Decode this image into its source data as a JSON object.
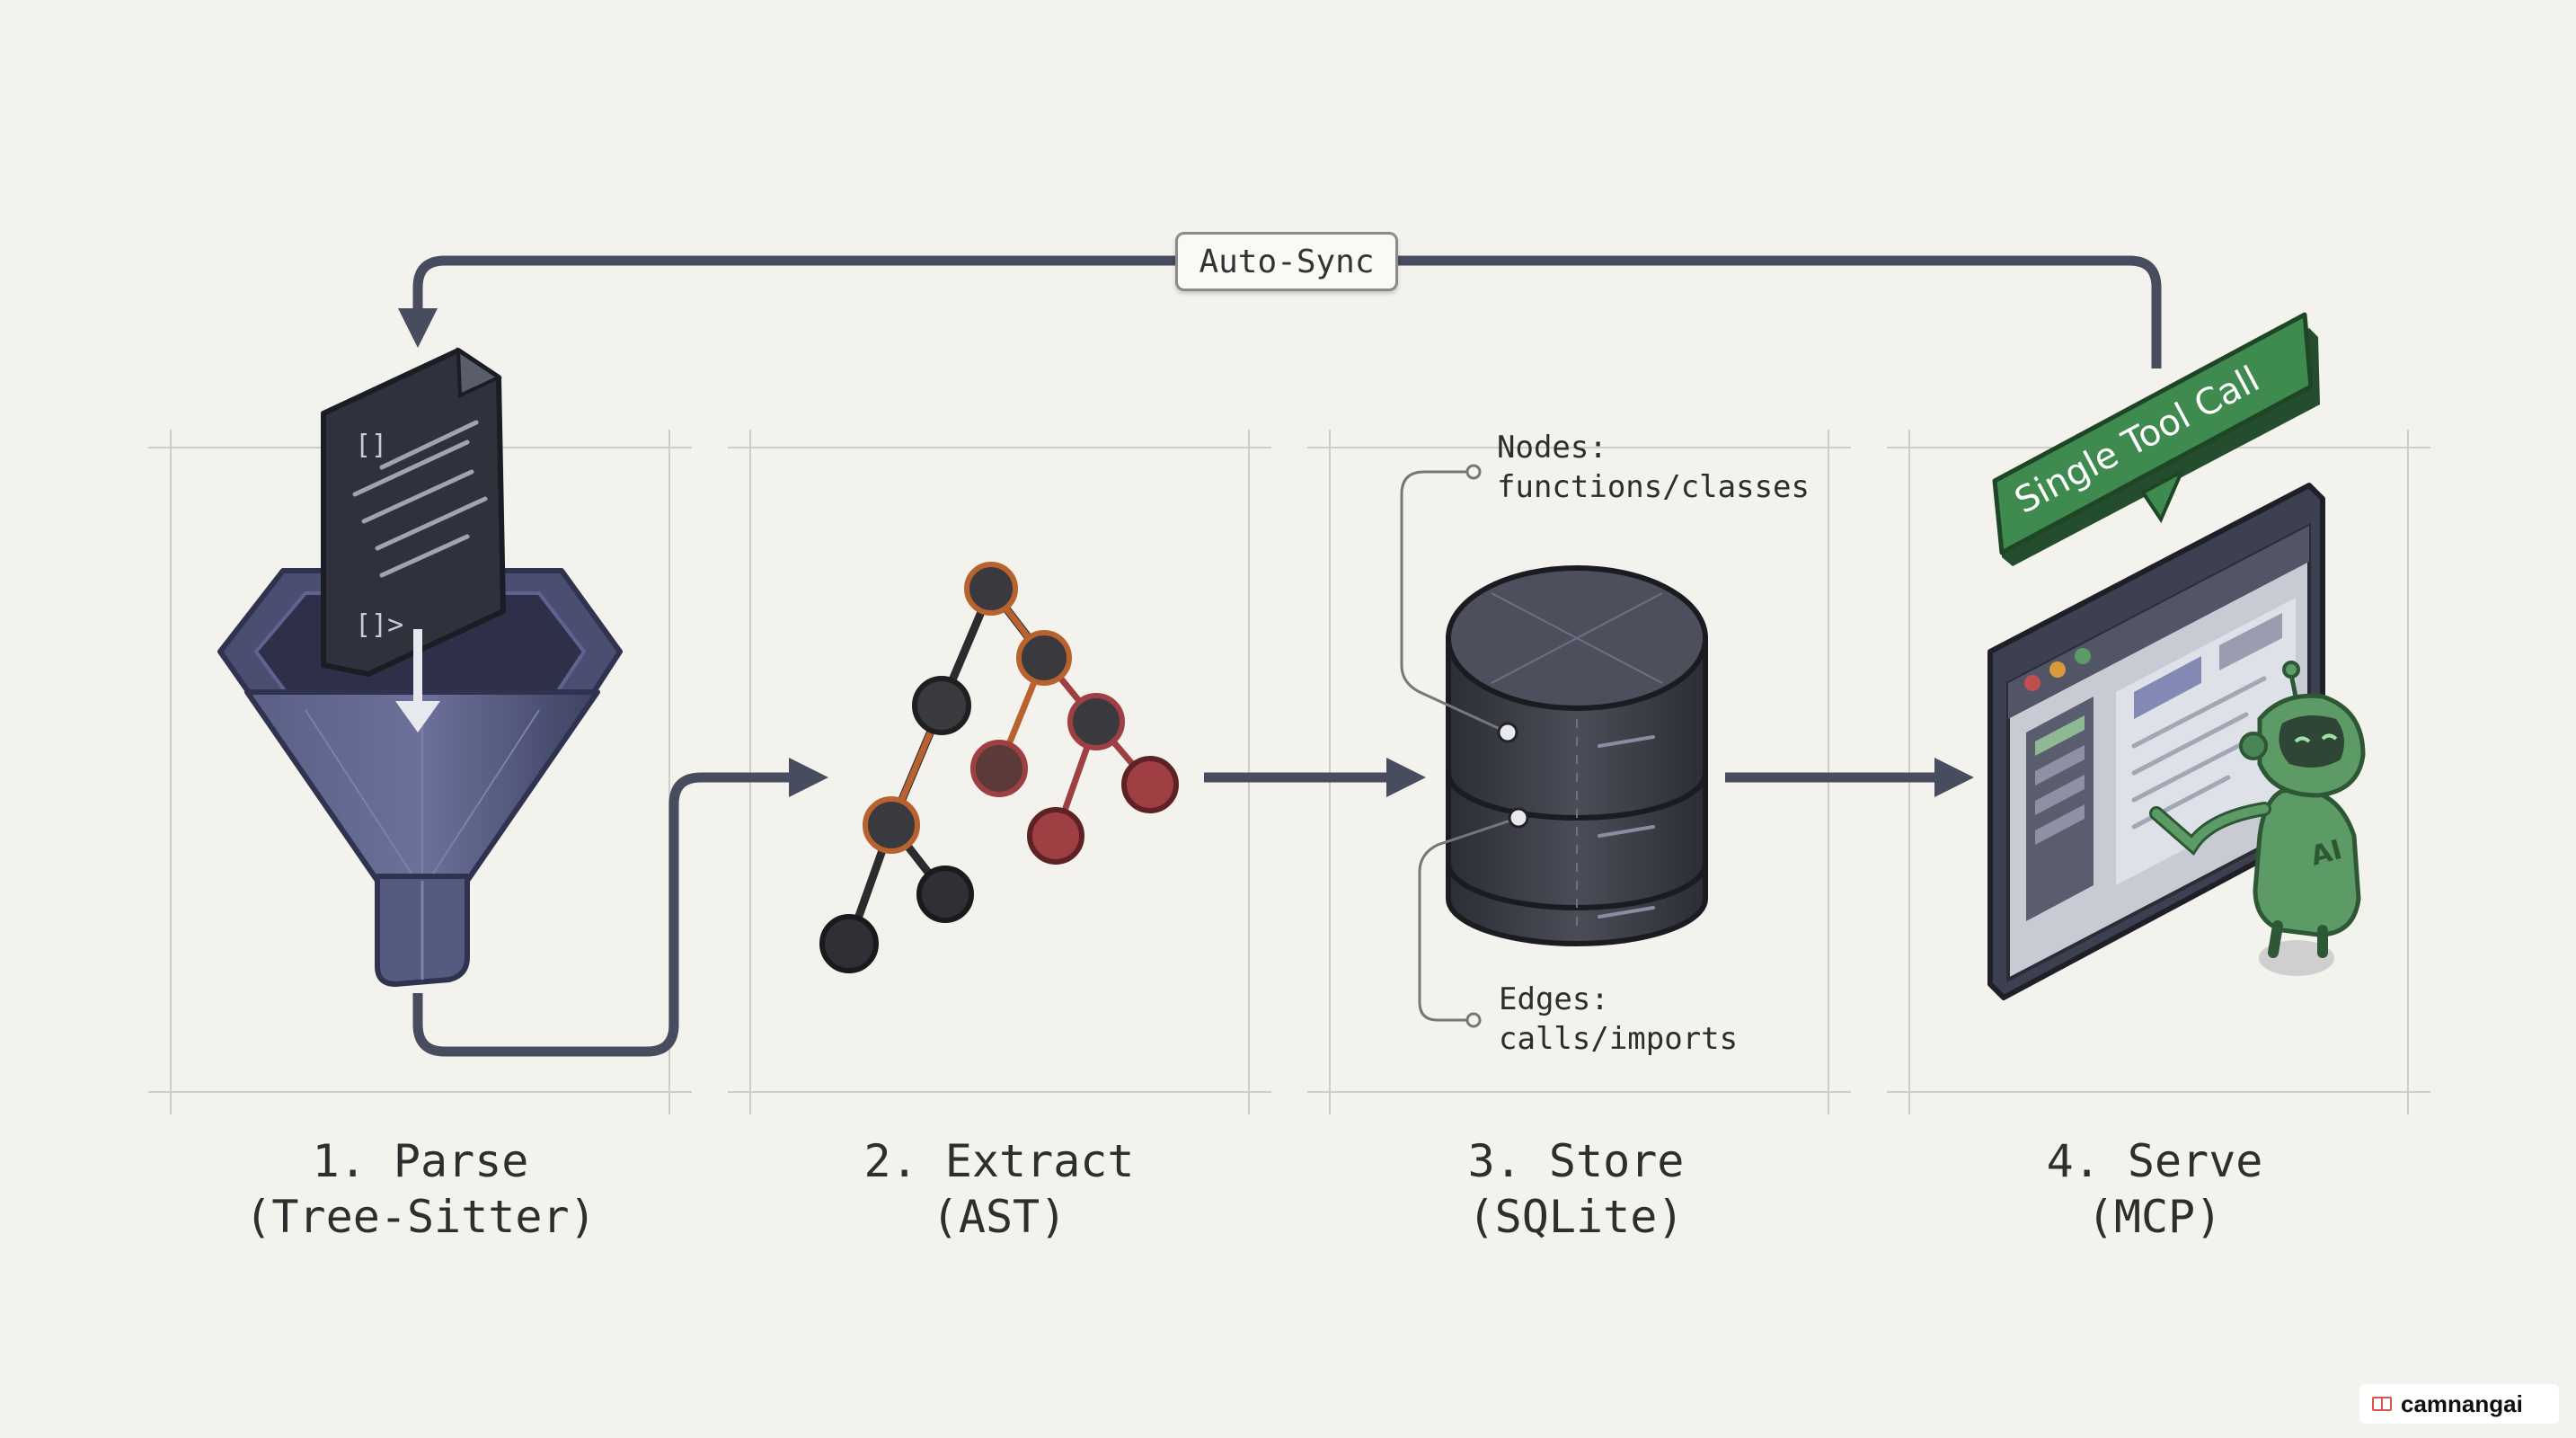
{
  "loop_label": "Auto-Sync",
  "steps": [
    {
      "title": "1. Parse",
      "subtitle": "(Tree-Sitter)",
      "icon": "funnel-icon"
    },
    {
      "title": "2. Extract",
      "subtitle": "(AST)",
      "icon": "tree-graph-icon"
    },
    {
      "title": "3. Store",
      "subtitle": "(SQLite)",
      "icon": "database-icon"
    },
    {
      "title": "4. Serve",
      "subtitle": "(MCP)",
      "icon": "browser-robot-icon"
    }
  ],
  "annotations": {
    "nodes": {
      "label": "Nodes:",
      "detail": "functions/classes"
    },
    "edges": {
      "label": "Edges:",
      "detail": "calls/imports"
    }
  },
  "callout": "Single Tool Call",
  "code_glyphs": {
    "top": "[]",
    "bottom": "[]>"
  },
  "robot_badge": "AI",
  "brand": "camnangai",
  "colors": {
    "background": "#f4f2ed",
    "arrow": "#474c5e",
    "funnel": "#4a4f72",
    "node_dark": "#2f3036",
    "node_orange": "#b8622f",
    "node_red": "#9d3f43",
    "database": "#3d3f4a",
    "callout_green": "#3e8a4f",
    "robot_green": "#5c9b66"
  }
}
